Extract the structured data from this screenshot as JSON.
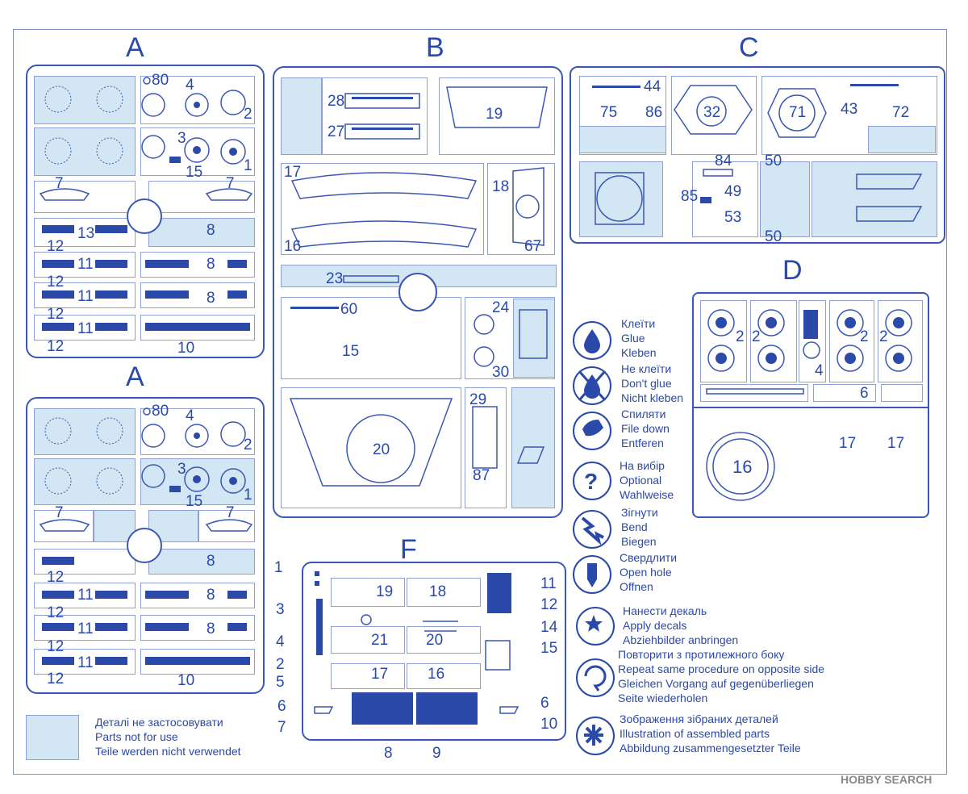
{
  "sprues": {
    "A1": {
      "letter": "A",
      "nums": [
        "80",
        "4",
        "2",
        "3",
        "1",
        "15",
        "7",
        "7",
        "13",
        "8",
        "12",
        "11",
        "8",
        "12",
        "11",
        "8",
        "12",
        "11",
        "12",
        "10"
      ]
    },
    "A2": {
      "letter": "A",
      "nums": [
        "80",
        "4",
        "2",
        "3",
        "1",
        "15",
        "7",
        "7",
        "8",
        "12",
        "11",
        "8",
        "12",
        "11",
        "8",
        "12",
        "11",
        "12",
        "10"
      ]
    },
    "B": {
      "letter": "B",
      "nums": [
        "28",
        "27",
        "19",
        "17",
        "18",
        "16",
        "67",
        "23",
        "60",
        "15",
        "24",
        "30",
        "20",
        "29",
        "87"
      ]
    },
    "C": {
      "letter": "C",
      "nums": [
        "44",
        "75",
        "86",
        "32",
        "71",
        "43",
        "72",
        "84",
        "50",
        "85",
        "49",
        "53",
        "50"
      ]
    },
    "D": {
      "letter": "D",
      "nums": [
        "2",
        "2",
        "2",
        "2",
        "4",
        "6",
        "16",
        "17",
        "17"
      ]
    },
    "F": {
      "letter": "F",
      "nums": [
        "1",
        "19",
        "18",
        "11",
        "3",
        "12",
        "14",
        "4",
        "21",
        "20",
        "15",
        "2",
        "5",
        "17",
        "16",
        "6",
        "7",
        "8",
        "9",
        "6",
        "10"
      ]
    }
  },
  "legend": {
    "not_for_use": [
      "Деталі не застосовувати",
      "Parts not for use",
      "Teile werden nicht verwendet"
    ],
    "instructions": [
      {
        "icon": "glue-icon",
        "lines": [
          "Клеїти",
          "Glue",
          "Kleben"
        ]
      },
      {
        "icon": "no-glue-icon",
        "lines": [
          "Не клеїти",
          "Don't glue",
          "Nicht kleben"
        ]
      },
      {
        "icon": "file-down-icon",
        "lines": [
          "Спиляти",
          "File down",
          "Entferen"
        ]
      },
      {
        "icon": "optional-icon",
        "lines": [
          "На вибір",
          "Optional",
          "Wahlweise"
        ]
      },
      {
        "icon": "bend-icon",
        "lines": [
          "Зігнути",
          "Bend",
          "Biegen"
        ]
      },
      {
        "icon": "drill-icon",
        "lines": [
          "Свердлити",
          "Open hole",
          "Offnen"
        ]
      },
      {
        "icon": "decal-icon",
        "lines": [
          "Нанести декаль",
          "Apply decals",
          "Abziehbilder anbringen"
        ]
      },
      {
        "icon": "repeat-icon",
        "lines": [
          "Повторити з протилежного боку",
          "Repeat same procedure on opposite side",
          "Gleichen Vorgang auf gegenüberliegen",
          "Seite wiederholen"
        ]
      },
      {
        "icon": "assembled-icon",
        "lines": [
          "Зображення зібраних деталей",
          "Illustration of assembled parts",
          "Abbildung zusammengesetzter Teile"
        ]
      }
    ]
  },
  "watermark": "HOBBY SEARCH",
  "colors": {
    "ink": "#2a49a8",
    "not_for_use_fill": "#d3e6f3"
  }
}
